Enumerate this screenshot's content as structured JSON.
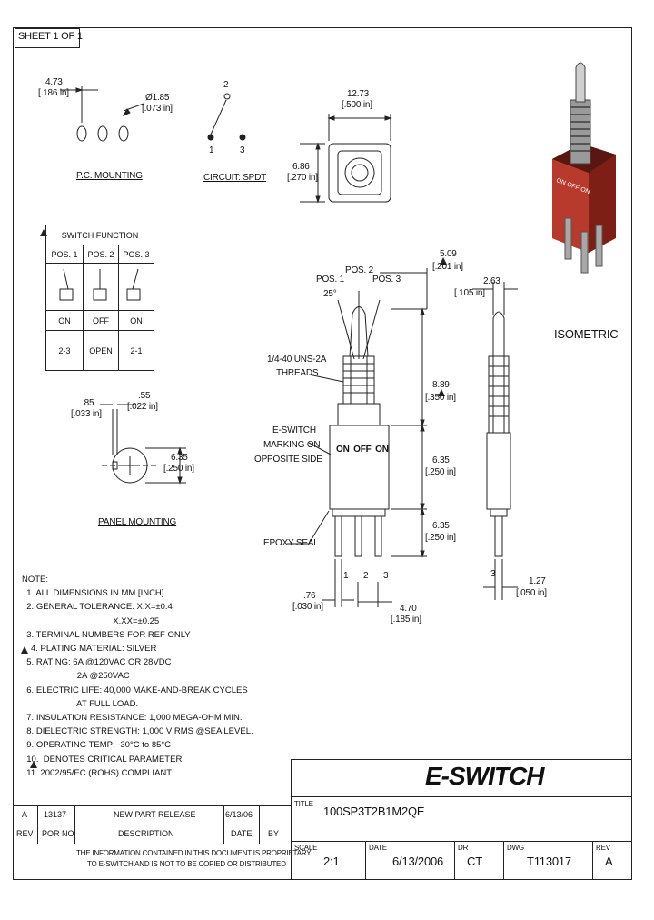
{
  "sheet_label": "SHEET 1 OF 1",
  "pc_mount": {
    "dim1_mm": "4.73",
    "dim1_in": "[.186 in]",
    "dim2_mm": "Ø1.85",
    "dim2_in": "[.073 in]",
    "title": "P.C. MOUNTING"
  },
  "circuit": {
    "pin1": "1",
    "pin2": "2",
    "pin3": "3",
    "title": "CIRCUIT: SPDT"
  },
  "top_view": {
    "w_mm": "12.73",
    "w_in": "[.500 in]",
    "h_mm": "6.86",
    "h_in": "[.270 in]"
  },
  "switch_function": {
    "title": "SWITCH FUNCTION",
    "headers": [
      "POS. 1",
      "POS. 2",
      "POS. 3"
    ],
    "states": [
      "ON",
      "OFF",
      "ON"
    ],
    "terminals": [
      "2-3",
      "OPEN",
      "2-1"
    ]
  },
  "panel": {
    "d1_mm": ".85",
    "d1_in": "[.033 in]",
    "d2_mm": ".55",
    "d2_in": "[.022 in]",
    "d3_mm": "6.35",
    "d3_in": "[.250 in]",
    "title": "PANEL MOUNTING"
  },
  "side_view": {
    "pos1": "POS. 1",
    "pos2": "POS. 2",
    "pos3": "POS. 3",
    "angle": "25°",
    "threads_1": "1/4-40 UNS-2A",
    "threads_2": "THREADS",
    "marking_1": "E-SWITCH",
    "marking_2": "MARKING ON",
    "marking_3": "OPPOSITE SIDE",
    "body_text": "ON OFF ON",
    "epoxy": "EPOXY SEAL",
    "d_top_mm": "5.09",
    "d_top_in": "[.201 in]",
    "d_bush_mm": "8.89",
    "d_bush_in": "[.350 in]",
    "d_body_mm": "6.35",
    "d_body_in": "[.250 in]",
    "d_term_mm": "6.35",
    "d_term_in": "[.250 in]",
    "d_pin_mm": ".76",
    "d_pin_in": "[.030 in]",
    "d_pitch_mm": "4.70",
    "d_pitch_in": "[.185 in]",
    "term1": "1",
    "term2": "2",
    "term3": "3"
  },
  "front_view": {
    "d_top_mm": "2.63",
    "d_top_in": "[.105 in]",
    "d_pin_mm": "1.27",
    "d_pin_in": "[.050 in]",
    "pin_label": "3"
  },
  "isometric_label": "ISOMETRIC",
  "notes": [
    "NOTE:",
    "  1. ALL DIMENSIONS IN MM [INCH]",
    "  2. GENERAL TOLERANCE: X.X=±0.4",
    "                                      X.XX=±0.25",
    "  3. TERMINAL NUMBERS FOR REF ONLY",
    "4. PLATING MATERIAL: SILVER",
    "  5. RATING: 6A @120VAC OR 28VDC",
    "                       2A @250VAC",
    "  6. ELECTRIC LIFE: 40,000 MAKE-AND-BREAK CYCLES",
    "                       AT FULL LOAD.",
    "  7. INSULATION RESISTANCE: 1,000 MEGA-OHM MIN.",
    "  8. DIELECTRIC STRENGTH: 1,000 V RMS @SEA LEVEL.",
    "  9. OPERATING TEMP: -30°C to 85°C",
    "  10.  DENOTES CRITICAL PARAMETER",
    "  11. 2002/95/EC (ROHS) COMPLIANT"
  ],
  "revision": {
    "row": {
      "rev": "A",
      "por": "13137",
      "desc": "NEW PART RELEASE",
      "date": "6/13/06",
      "by": ""
    },
    "headers": {
      "rev": "REV",
      "por": "POR NO",
      "desc": "DESCRIPTION",
      "date": "DATE",
      "by": "BY"
    }
  },
  "confidential_1": "THE INFORMATION CONTAINED IN THIS DOCUMENT IS PROPRIETARY",
  "confidential_2": "TO E-SWITCH AND IS NOT TO BE COPIED OR DISTRIBUTED",
  "title_block": {
    "logo": "E-SWITCH",
    "title_label": "TITLE",
    "title_value": "100SP3T2B1M2QE",
    "scale_label": "SCALE",
    "scale_value": "2:1",
    "date_label": "DATE",
    "date_value": "6/13/2006",
    "dr_label": "DR",
    "dr_value": "CT",
    "dwg_label": "DWG",
    "dwg_value": "T113017",
    "rev_label": "REV",
    "rev_value": "A"
  },
  "colors": {
    "ink": "#111111",
    "red": "#b83a2c",
    "dark_red": "#7e1f16",
    "steel": "#8a8a8a"
  }
}
